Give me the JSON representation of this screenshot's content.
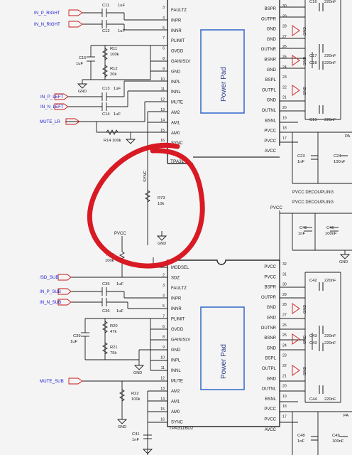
{
  "colors": {
    "wire": "#1b1b1b",
    "net": "#1a1ad0",
    "ic_edge": "#2a2a2a",
    "box": "#3a6fcf",
    "gnd": "#c81818",
    "annotation": "#d81a24",
    "bg": "#f4f4f4"
  },
  "ic1": {
    "name": "TPA31",
    "left_pins": [
      {
        "num": "3",
        "label": "FAULTZ"
      },
      {
        "num": "4",
        "label": "INPR"
      },
      {
        "num": "5",
        "label": "INNR"
      },
      {
        "num": "7",
        "label": "PLIMIT"
      },
      {
        "num": "6",
        "label": "GVDD"
      },
      {
        "num": "8",
        "label": "GAIN/SLV"
      },
      {
        "num": "9",
        "label": "GND"
      },
      {
        "num": "10",
        "label": "INPL"
      },
      {
        "num": "11",
        "label": "INNL"
      },
      {
        "num": "12",
        "label": "MUTE"
      },
      {
        "num": "13",
        "label": "AM2"
      },
      {
        "num": "14",
        "label": "AM1"
      },
      {
        "num": "15",
        "label": "AM0"
      },
      {
        "num": "16",
        "label": "SYNC"
      }
    ],
    "right_pins": [
      {
        "num": "30",
        "label": "BSPR"
      },
      {
        "num": "29",
        "label": "OUTPR"
      },
      {
        "num": "28",
        "label": "GND"
      },
      {
        "num": "27",
        "label": "GND"
      },
      {
        "num": "26",
        "label": "OUTNR"
      },
      {
        "num": "25",
        "label": "BSNR"
      },
      {
        "num": "24",
        "label": "GND"
      },
      {
        "num": "23",
        "label": "BSPL"
      },
      {
        "num": "22",
        "label": "OUTPL"
      },
      {
        "num": "21",
        "label": "GND"
      },
      {
        "num": "20",
        "label": "OUTNL"
      },
      {
        "num": "19",
        "label": "BSNL"
      },
      {
        "num": "18",
        "label": "PVCC"
      },
      {
        "num": "17",
        "label": "PVCC"
      },
      {
        "num": "",
        "label": "AVCC"
      }
    ],
    "pad": "Power Pad"
  },
  "ic2": {
    "name": "TPA3116D2",
    "left_pins": [
      {
        "num": "1",
        "label": "MODSEL"
      },
      {
        "num": "2",
        "label": "SDZ"
      },
      {
        "num": "3",
        "label": "FAULTZ"
      },
      {
        "num": "4",
        "label": "INPR"
      },
      {
        "num": "5",
        "label": "INNR"
      },
      {
        "num": "7",
        "label": "PLIMIT"
      },
      {
        "num": "6",
        "label": "GVDD"
      },
      {
        "num": "8",
        "label": "GAIN/SLV"
      },
      {
        "num": "9",
        "label": "GND"
      },
      {
        "num": "10",
        "label": "INPL"
      },
      {
        "num": "11",
        "label": "INNL"
      },
      {
        "num": "12",
        "label": "MUTE"
      },
      {
        "num": "13",
        "label": "AM2"
      },
      {
        "num": "14",
        "label": "AM1"
      },
      {
        "num": "15",
        "label": "AM0"
      },
      {
        "num": "16",
        "label": "SYNC"
      }
    ],
    "right_pins": [
      {
        "num": "32",
        "label": "PVCC"
      },
      {
        "num": "31",
        "label": "PVCC"
      },
      {
        "num": "30",
        "label": "BSPR"
      },
      {
        "num": "29",
        "label": "OUTPR"
      },
      {
        "num": "28",
        "label": "GND"
      },
      {
        "num": "27",
        "label": "GND"
      },
      {
        "num": "26",
        "label": "OUTNR"
      },
      {
        "num": "25",
        "label": "BSNR"
      },
      {
        "num": "24",
        "label": "GND"
      },
      {
        "num": "23",
        "label": "BSPL"
      },
      {
        "num": "22",
        "label": "OUTPL"
      },
      {
        "num": "21",
        "label": "GND"
      },
      {
        "num": "20",
        "label": "OUTNL"
      },
      {
        "num": "19",
        "label": "BSNL"
      },
      {
        "num": "18",
        "label": "PVCC"
      },
      {
        "num": "17",
        "label": "PVCC"
      },
      {
        "num": "",
        "label": "AVCC"
      }
    ],
    "pad": "Power Pad"
  },
  "nets": {
    "in_p_right": "IN_P_RIGHT",
    "in_n_right": "IN_N_RIGHT",
    "in_p_left": "IN_P_LEFT",
    "in_n_left": "IN_N_LEFT",
    "mute_lr": "MUTE_LR",
    "sd_sub": "/SD_SUB",
    "in_p_sub": "IN_P_SUB",
    "in_n_sub": "IN_N_SUB",
    "mute_sub": "MUTE_SUB",
    "sync": "SYNC",
    "pvcc": "PVCC",
    "gnd": "GND",
    "pvcc_decoupling": "PVCC DECOUPLING",
    "pa": "PA"
  },
  "components": {
    "c11": {
      "ref": "C11",
      "val": "1uF"
    },
    "c12": {
      "ref": "C12",
      "val": "1uF"
    },
    "r11": {
      "ref": "R11",
      "val": "100k"
    },
    "c15": {
      "ref": "C15",
      "val": "1uF"
    },
    "r12": {
      "ref": "R12",
      "val": "20k"
    },
    "c13": {
      "ref": "C13",
      "val": "1uF"
    },
    "c14": {
      "ref": "C14",
      "val": "1uF"
    },
    "r14": {
      "ref": "R14",
      "val": "100k"
    },
    "c16": {
      "ref": "C16",
      "val": "220nF"
    },
    "c17": {
      "ref": "C17",
      "val": "220nF"
    },
    "c18": {
      "ref": "C18",
      "val": "220nF"
    },
    "c19": {
      "ref": "C19",
      "val": "220nF"
    },
    "c23": {
      "ref": "C23",
      "val": "1nF"
    },
    "c24": {
      "ref": "C24",
      "val": "100nF"
    },
    "r73": {
      "ref": "R73",
      "val": "10k"
    },
    "c45": {
      "ref": "C45",
      "val": "1nF"
    },
    "c46": {
      "ref": "C46",
      "val": "100nF"
    },
    "r19": {
      "ref": "R19",
      "val": "100k"
    },
    "c35": {
      "ref": "C35",
      "val": "1uF"
    },
    "c36": {
      "ref": "C36",
      "val": "1uF"
    },
    "r20": {
      "ref": "R20",
      "val": "47k"
    },
    "c39": {
      "ref": "C39",
      "val": "1uF"
    },
    "r21": {
      "ref": "R21",
      "val": "75k"
    },
    "r22": {
      "ref": "R22",
      "val": "100k"
    },
    "c41": {
      "ref": "C41",
      "val": "1nF"
    },
    "c42": {
      "ref": "C42",
      "val": "220nF"
    },
    "c43a": {
      "ref": "C43",
      "val": "220nF"
    },
    "c43b": {
      "ref": "C43",
      "val": "220nF"
    },
    "c44": {
      "ref": "C44",
      "val": "220nF"
    },
    "c48": {
      "ref": "C48",
      "val": "1nF"
    },
    "c49": {
      "ref": "C49",
      "val": "100nF"
    }
  }
}
